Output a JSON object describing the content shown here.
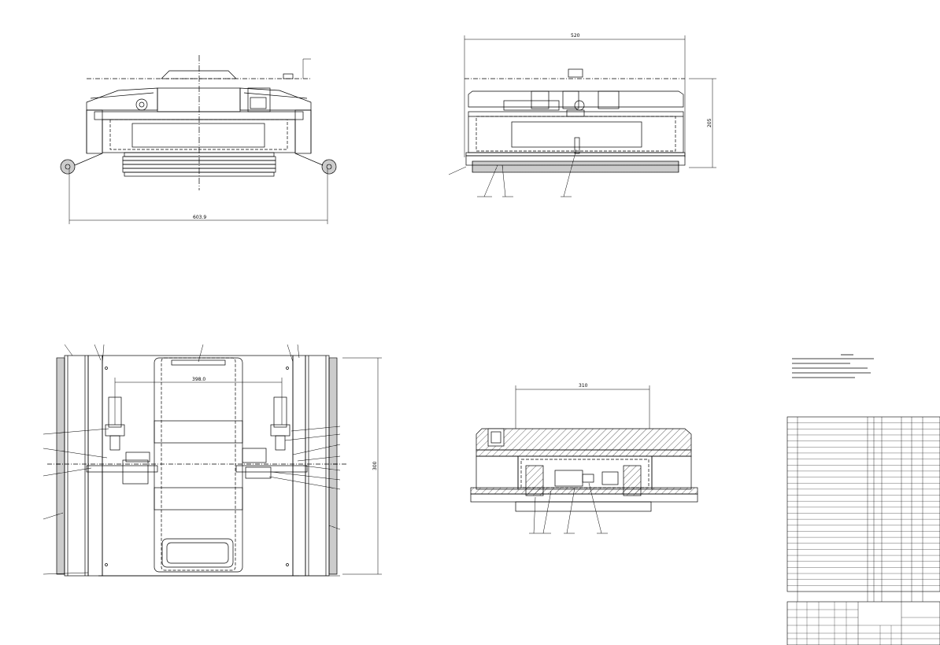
{
  "views": {
    "front": {
      "width_label": "603.9"
    },
    "side": {
      "width_label": "520",
      "height_label": "205"
    },
    "plan": {
      "width_label": "398.0",
      "height_label": "300"
    },
    "section": {
      "width_label": "310"
    }
  },
  "colors": {
    "line": "#000000",
    "background": "#ffffff"
  }
}
